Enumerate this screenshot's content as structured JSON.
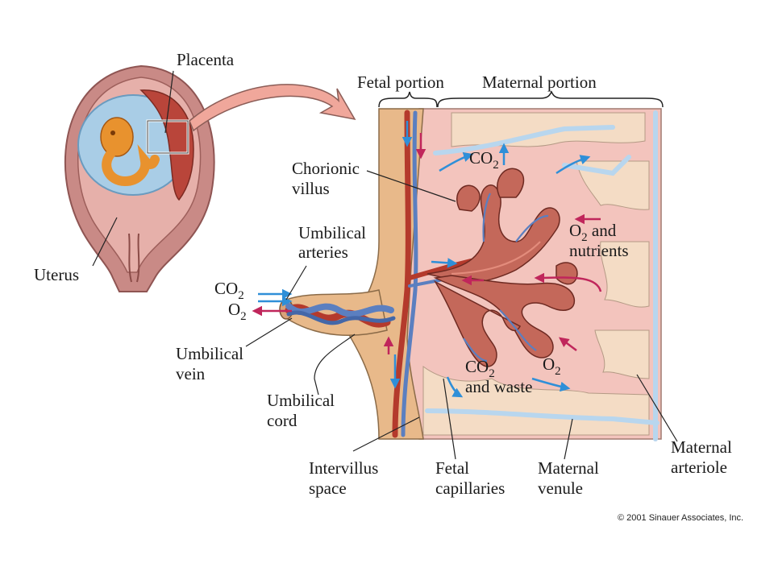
{
  "labels": {
    "placenta": "Placenta",
    "uterus": "Uterus",
    "fetal_portion": "Fetal portion",
    "maternal_portion": "Maternal portion",
    "chorionic_villus_1": "Chorionic",
    "chorionic_villus_2": "villus",
    "umbilical_arteries_1": "Umbilical",
    "umbilical_arteries_2": "arteries",
    "umbilical_vein_1": "Umbilical",
    "umbilical_vein_2": "vein",
    "umbilical_cord_1": "Umbilical",
    "umbilical_cord_2": "cord",
    "intervillus_space_1": "Intervillus",
    "intervillus_space_2": "space",
    "fetal_capillaries_1": "Fetal",
    "fetal_capillaries_2": "capillaries",
    "maternal_venule_1": "Maternal",
    "maternal_venule_2": "venule",
    "maternal_arteriole_1": "Maternal",
    "maternal_arteriole_2": "arteriole"
  },
  "gas_labels": {
    "co2_top": {
      "main": "CO",
      "sub": "2",
      "suffix": ""
    },
    "o2_nutrients_1": {
      "main": "O",
      "sub": "2",
      "suffix": " and"
    },
    "o2_nutrients_2": "nutrients",
    "co2_left": {
      "main": "CO",
      "sub": "2",
      "suffix": ""
    },
    "o2_left": {
      "main": "O",
      "sub": "2",
      "suffix": ""
    },
    "co2_waste_1": {
      "main": "CO",
      "sub": "2",
      "suffix": ""
    },
    "co2_waste_2": "and waste",
    "o2_bottom": {
      "main": "O",
      "sub": "2",
      "suffix": ""
    }
  },
  "copyright": "© 2001 Sinauer Associates, Inc.",
  "colors": {
    "uterus_wall": "#c98a86",
    "amniotic": "#a9cde6",
    "embryo": "#e8922e",
    "maternal_tissue": "#f3c4bd",
    "fetal_tissue": "#e8b98a",
    "artery_red": "#b43a2c",
    "vein_blue": "#5b7fc0",
    "arrow_blue": "#2f8fd8",
    "arrow_red": "#c0265b",
    "venule_blue": "#b8d6ee"
  }
}
